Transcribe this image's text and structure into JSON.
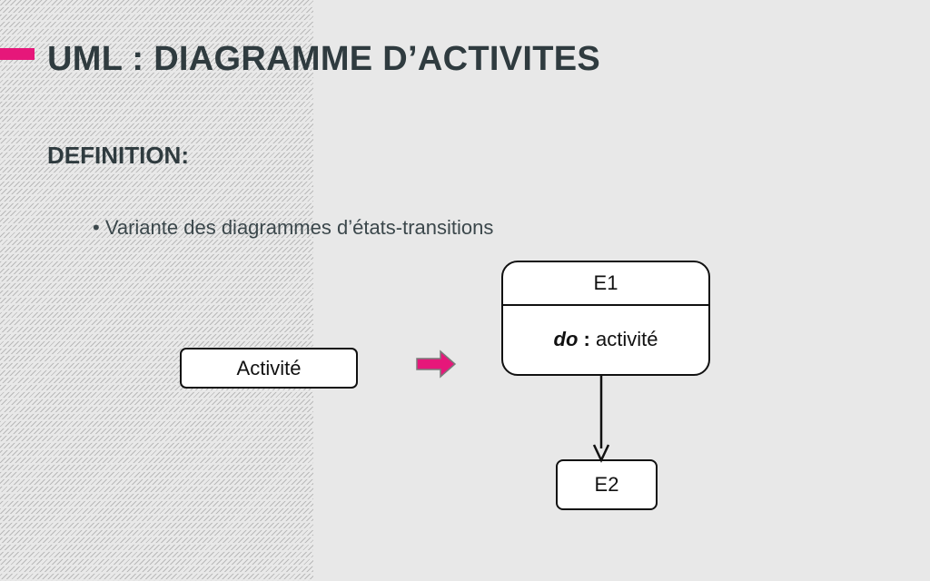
{
  "slide": {
    "title": "UML : DIAGRAMME D’ACTIVITES",
    "subtitle": "DEFINITION:",
    "bullet": "• Variante des diagrammes d’états-transitions"
  },
  "diagram": {
    "activity_box_label": "Activité",
    "state_e1": {
      "name": "E1",
      "do_keyword": "do",
      "do_separator": " : ",
      "do_activity": "activité"
    },
    "state_e2": {
      "name": "E2"
    }
  },
  "colors": {
    "accent": "#e6177a",
    "title_text": "#2f3b3f",
    "arrow_fill": "#e6177a",
    "arrow_stroke": "#7a7a7a"
  }
}
